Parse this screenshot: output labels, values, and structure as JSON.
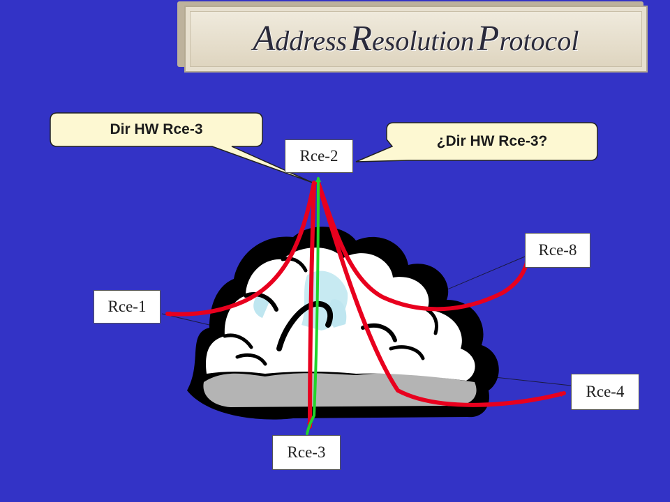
{
  "title": {
    "A": "A",
    "ddress": "ddress",
    "R": "R",
    "esolution": "esolution",
    "P": "P",
    "rotocol": "rotocol"
  },
  "callouts": {
    "reply": "Dir HW Rce-3",
    "request": "¿Dir HW Rce-3?"
  },
  "nodes": {
    "rce1": "Rce-1",
    "rce2": "Rce-2",
    "rce3": "Rce-3",
    "rce4": "Rce-4",
    "rce8": "Rce-8"
  },
  "colors": {
    "background": "#3333c6",
    "broadcast_arrows": "#e8001e",
    "reply_arrow": "#22d42a",
    "callout_fill": "#fdf8d2"
  }
}
